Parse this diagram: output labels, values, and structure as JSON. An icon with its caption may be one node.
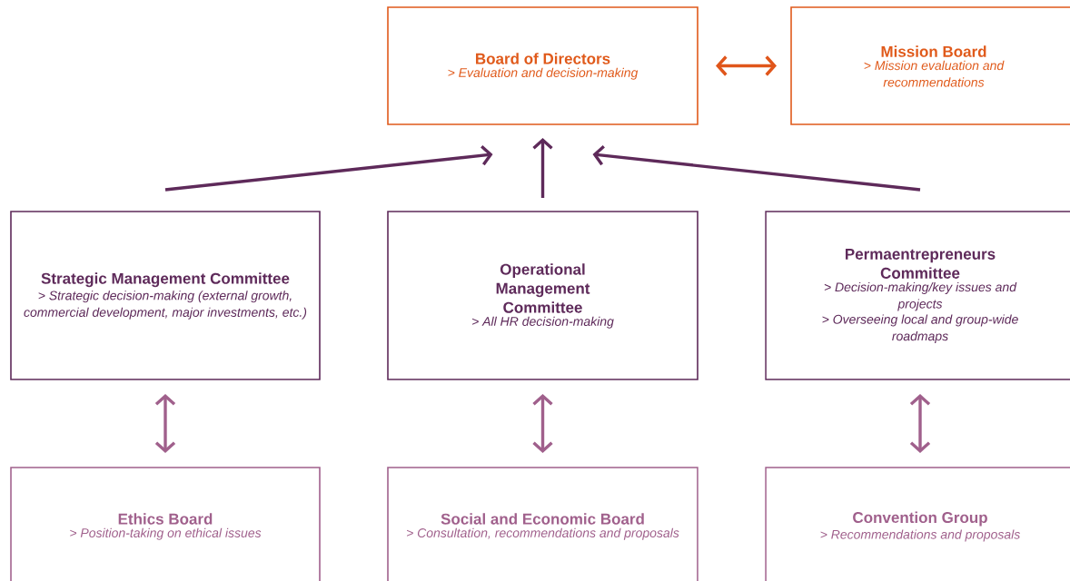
{
  "diagram": {
    "nodes": [
      {
        "text": [
          "Board of Directors",
          "> Evaluation and decision-making"
        ]
      },
      {
        "text": [
          "Mission Board",
          "> Mission evaluation and recommendations"
        ]
      },
      {
        "text": [
          "Strategic Management Committee",
          "> Strategic decision-making (external growth, commercial development, major investments, etc.)"
        ]
      },
      {
        "text": [
          "Operational Management Committee",
          "> All HR decision-making"
        ]
      },
      {
        "text": [
          "Permaentrepreneurs Committee",
          "> Decision-making/key issues and projects",
          "> Overseeing local and group-wide roadmaps"
        ]
      },
      {
        "text": [
          "Ethics Board",
          "> Position-taking on ethical issues"
        ]
      },
      {
        "text": [
          "Social and Economic Board",
          "> Consultation, recommendations and proposals"
        ]
      },
      {
        "text": [
          "Convention Group",
          "> Recommendations and proposals"
        ]
      }
    ],
    "edges": [
      {
        "from": 0,
        "to": 1,
        "arrow": "both",
        "color": "#e0561b"
      },
      {
        "from": 2,
        "to": 0,
        "arrow": "to"
      },
      {
        "from": 3,
        "to": 0,
        "arrow": "to"
      },
      {
        "from": 4,
        "to": 0,
        "arrow": "to"
      },
      {
        "from": 2,
        "to": 5,
        "arrow": "both",
        "color": "#a0608c"
      },
      {
        "from": 3,
        "to": 6,
        "arrow": "both",
        "color": "#a0608c"
      },
      {
        "from": 4,
        "to": 7,
        "arrow": "both",
        "color": "#a0608c"
      }
    ]
  }
}
